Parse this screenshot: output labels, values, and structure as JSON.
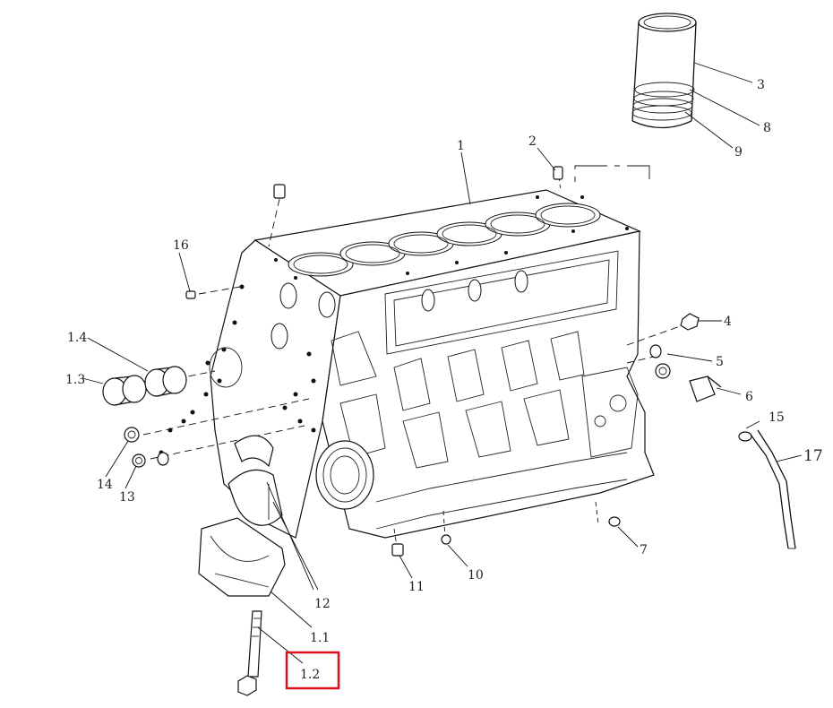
{
  "callouts": {
    "c1": "1",
    "c2": "2",
    "c3": "3",
    "c4": "4",
    "c5": "5",
    "c6": "6",
    "c7": "7",
    "c8": "8",
    "c9": "9",
    "c10": "10",
    "c11": "11",
    "c12": "12",
    "c13": "13",
    "c14": "14",
    "c15": "15",
    "c16": "16",
    "c17": "17",
    "c1_1": "1.1",
    "c1_2": "1.2",
    "c1_3": "1.3",
    "c1_4": "1.4"
  },
  "highlight": {
    "target": "1.2",
    "color": "#e0101a"
  }
}
